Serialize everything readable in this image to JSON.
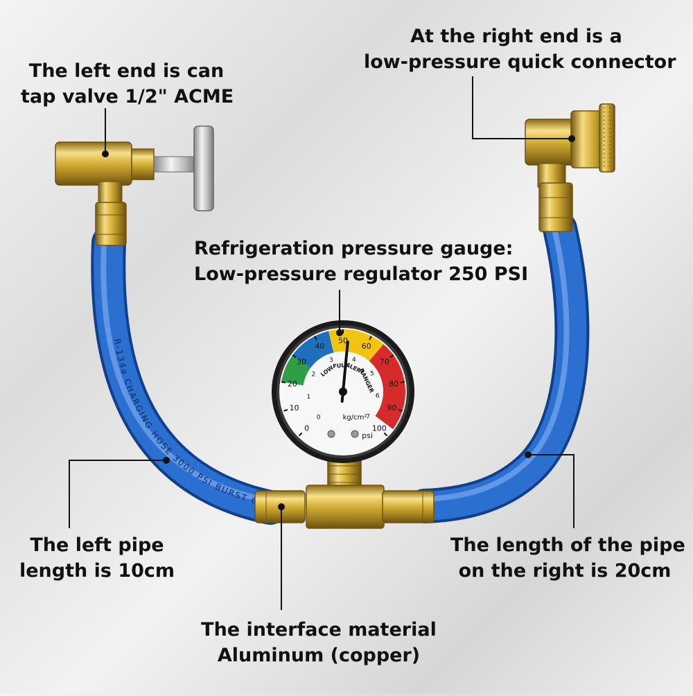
{
  "annotations": {
    "left_end": {
      "line1": "The left end is can",
      "line2": "tap valve 1/2\" ACME"
    },
    "right_end": {
      "line1": "At the right end is a",
      "line2": "low-pressure quick connector"
    },
    "gauge": {
      "line1": "Refrigeration pressure gauge:",
      "line2": "Low-pressure regulator 250 PSI"
    },
    "left_pipe": {
      "line1": "The left pipe",
      "line2": "length is 10cm"
    },
    "right_pipe": {
      "line1": "The length of the pipe",
      "line2": "on the right is 20cm"
    },
    "interface": {
      "line1": "The interface material",
      "line2": "Aluminum (copper)"
    }
  },
  "hose_print": "R-134a CHARGING HOSE 3000 PSI BURST 60",
  "gauge_face": {
    "outer_scale": [
      "0",
      "10",
      "20",
      "30",
      "40",
      "50",
      "60",
      "70",
      "80",
      "90",
      "100"
    ],
    "inner_scale": [
      "0",
      "1",
      "2",
      "3",
      "4",
      "5",
      "6",
      "7"
    ],
    "zones": [
      "LOW",
      "FULL",
      "ALERT",
      "DANGER"
    ],
    "unit_inner": "kg/cm²",
    "unit_outer": "psi",
    "needle_value_psi": 52,
    "zone_colors": {
      "blue": "#1f6fbf",
      "green": "#2e9e47",
      "yellow": "#f1c40f",
      "red": "#d62b2b"
    }
  },
  "colors": {
    "hose": "#2b6fd1",
    "brass": "#d4af37",
    "label_text": "#111111",
    "leader_line": "#111111"
  }
}
